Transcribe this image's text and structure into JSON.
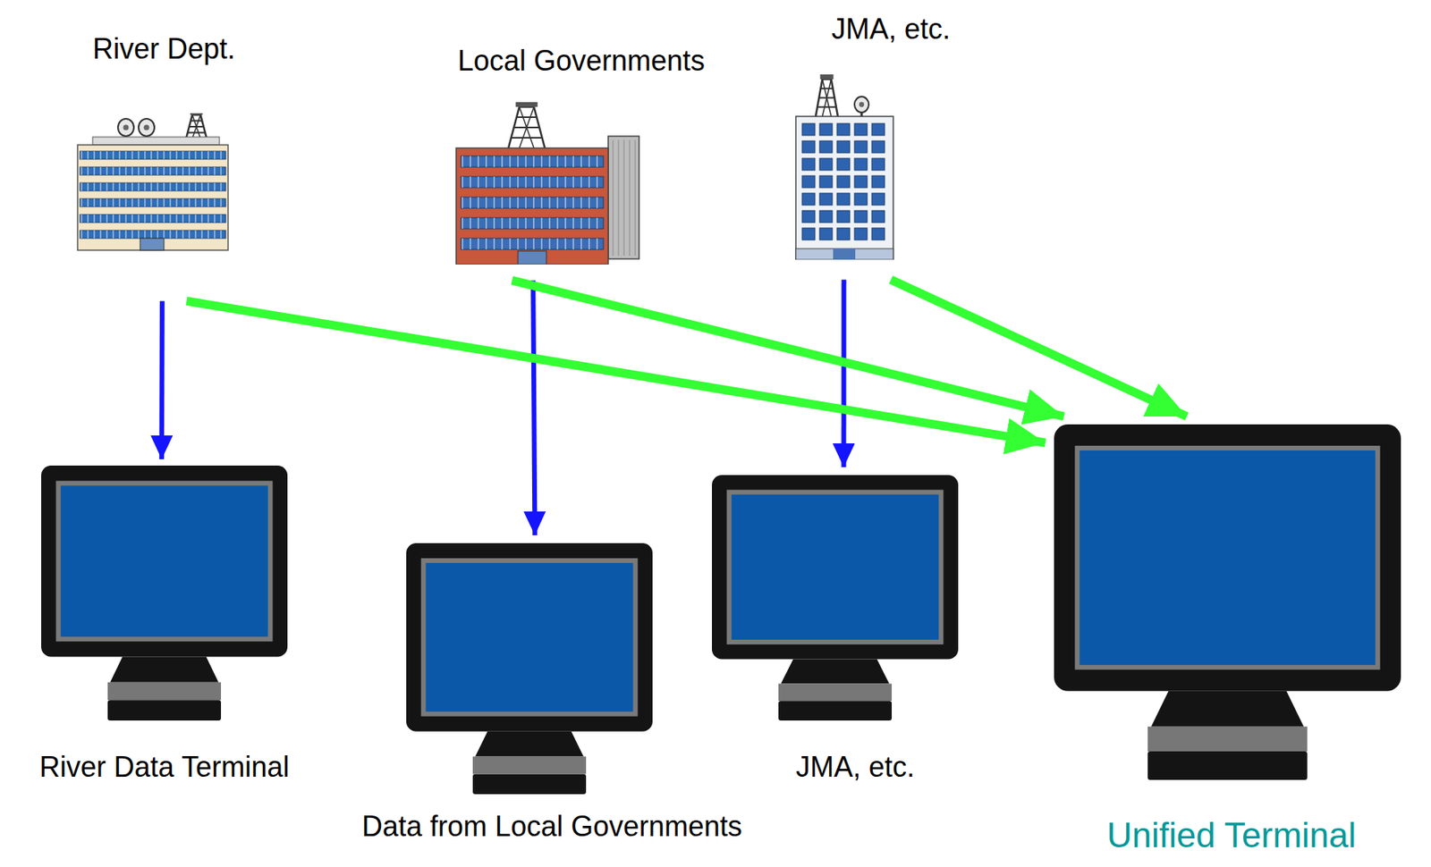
{
  "diagram": {
    "nodes": [
      {
        "text": [
          "River Dept."
        ]
      },
      {
        "text": [
          "Local Governments"
        ]
      },
      {
        "text": [
          "JMA, etc."
        ]
      },
      {
        "text": [
          "River Data Terminal"
        ]
      },
      {
        "text": [
          "Data from Local Governments"
        ]
      },
      {
        "text": [
          "JMA, etc."
        ]
      },
      {
        "text": [
          "Unified Terminal"
        ]
      }
    ],
    "edges": [
      {
        "from": 0,
        "to": 3,
        "arrow": "to"
      },
      {
        "from": 1,
        "to": 4,
        "arrow": "to"
      },
      {
        "from": 2,
        "to": 5,
        "arrow": "to"
      },
      {
        "from": 0,
        "to": 6,
        "arrow": "to"
      },
      {
        "from": 1,
        "to": 6,
        "arrow": "to"
      },
      {
        "from": 2,
        "to": 6,
        "arrow": "to"
      }
    ]
  }
}
